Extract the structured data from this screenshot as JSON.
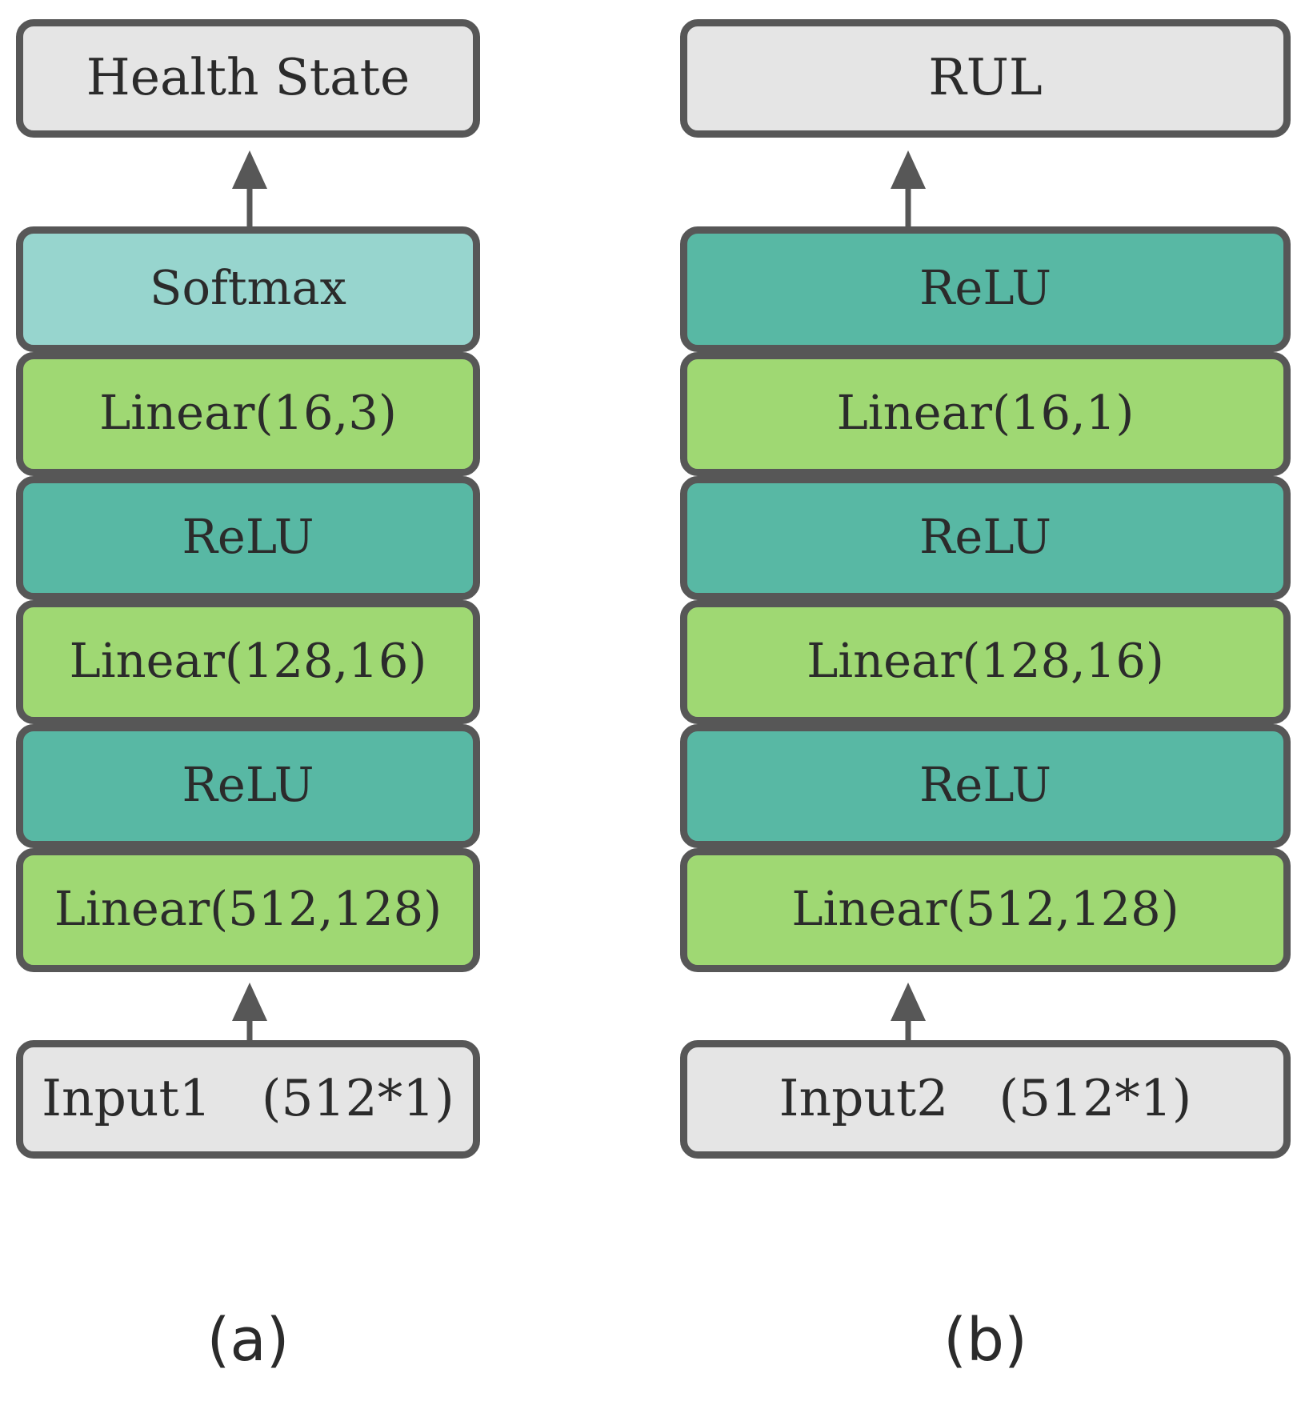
{
  "figure": {
    "type": "neural-network-architecture-diagram",
    "panels": [
      {
        "id": "a",
        "caption": "(a)",
        "output_label": "Health State",
        "input_label": "Input1　(512*1)",
        "layers": [
          {
            "label": "Softmax",
            "kind": "activation",
            "color": "#97d5ce"
          },
          {
            "label": "Linear(16,3)",
            "kind": "linear",
            "color": "#9fd873"
          },
          {
            "label": "ReLU",
            "kind": "activation",
            "color": "#58b8a4"
          },
          {
            "label": "Linear(128,16)",
            "kind": "linear",
            "color": "#9fd873"
          },
          {
            "label": "ReLU",
            "kind": "activation",
            "color": "#58b8a4"
          },
          {
            "label": "Linear(512,128)",
            "kind": "linear",
            "color": "#9fd873"
          }
        ]
      },
      {
        "id": "b",
        "caption": "(b)",
        "output_label": "RUL",
        "input_label": "Input2　(512*1)",
        "layers": [
          {
            "label": "ReLU",
            "kind": "activation",
            "color": "#58b8a4"
          },
          {
            "label": "Linear(16,1)",
            "kind": "linear",
            "color": "#9fd873"
          },
          {
            "label": "ReLU",
            "kind": "activation",
            "color": "#58b8a4"
          },
          {
            "label": "Linear(128,16)",
            "kind": "linear",
            "color": "#9fd873"
          },
          {
            "label": "ReLU",
            "kind": "activation",
            "color": "#58b8a4"
          },
          {
            "label": "Linear(512,128)",
            "kind": "linear",
            "color": "#9fd873"
          }
        ]
      }
    ],
    "colors": {
      "io_box_fill": "#e5e5e5",
      "linear_fill": "#9fd873",
      "relu_fill": "#58b8a4",
      "softmax_fill": "#97d5ce",
      "stroke": "#575757",
      "text": "#2b2b2b",
      "background": "#ffffff"
    }
  }
}
